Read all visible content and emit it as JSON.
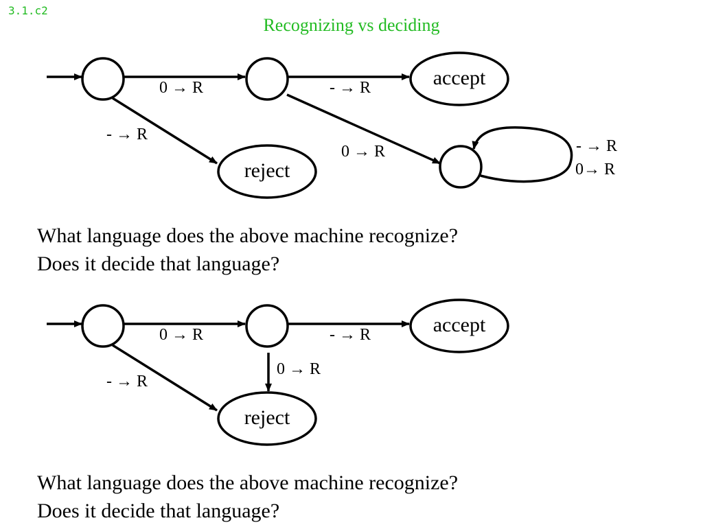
{
  "slide_id": "3.1.c2",
  "title": "Recognizing vs deciding",
  "machine1": {
    "accept_label": "accept",
    "reject_label": "reject",
    "edge_q0_q1": "0 → R",
    "edge_q1_accept": "- → R",
    "edge_q0_reject": "- → R",
    "edge_q1_q3": "0 → R",
    "loop_label_1": "- → R",
    "loop_label_2": "0→ R"
  },
  "question1": {
    "line1": "What language does the above machine recognize?",
    "line2": "Does it decide that language?"
  },
  "machine2": {
    "accept_label": "accept",
    "reject_label": "reject",
    "edge_q0_q1": "0 → R",
    "edge_q1_accept": "- → R",
    "edge_q0_reject": "- → R",
    "edge_q1_reject": "0 → R"
  },
  "question2": {
    "line1": "What language does the above machine recognize?",
    "line2": "Does it decide that language?"
  },
  "colors": {
    "title": "#22bb22",
    "ink": "#000000"
  }
}
